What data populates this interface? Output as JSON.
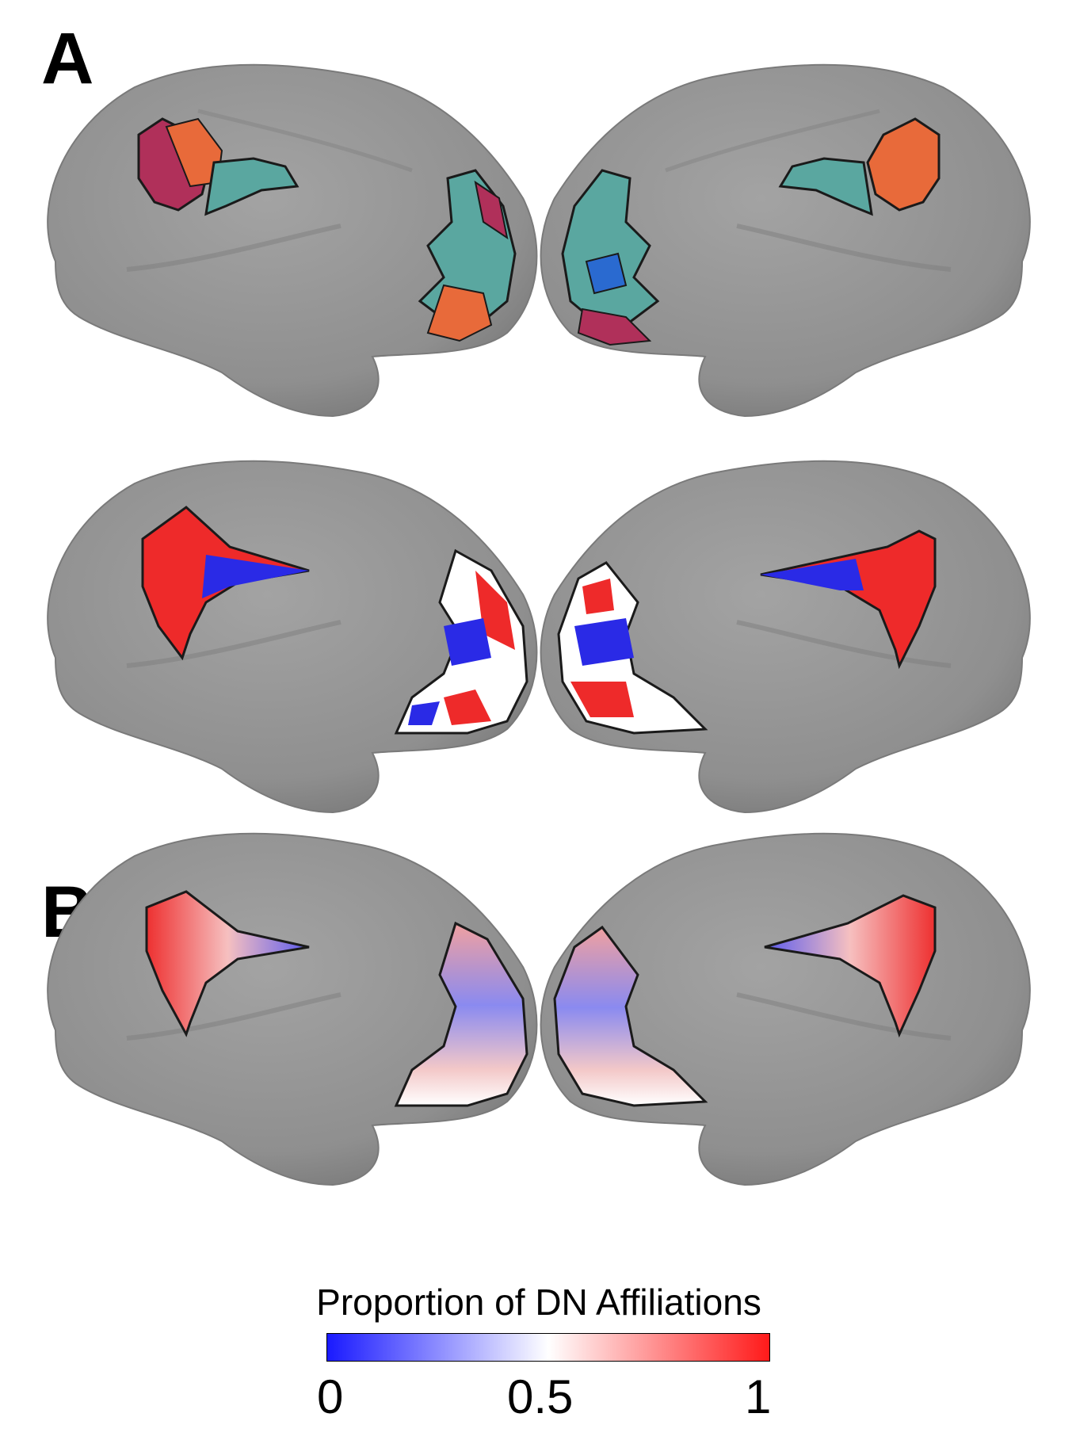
{
  "panels": {
    "a": "A",
    "b": "B"
  },
  "colorbar": {
    "title": "Proportion of DN Affiliations",
    "ticks": [
      "0",
      "0.5",
      "1"
    ],
    "colors": {
      "low": "#1a1aff",
      "mid": "#ffffff",
      "high": "#ff1a1a"
    }
  },
  "palette": {
    "brain": "#8f8f8f",
    "outline": "#1a1a1a",
    "red": "#ee2a2a",
    "blue": "#2a2ae6",
    "orange": "#e86a3a",
    "magenta": "#b0305a",
    "teal": "#5aa7a0"
  }
}
